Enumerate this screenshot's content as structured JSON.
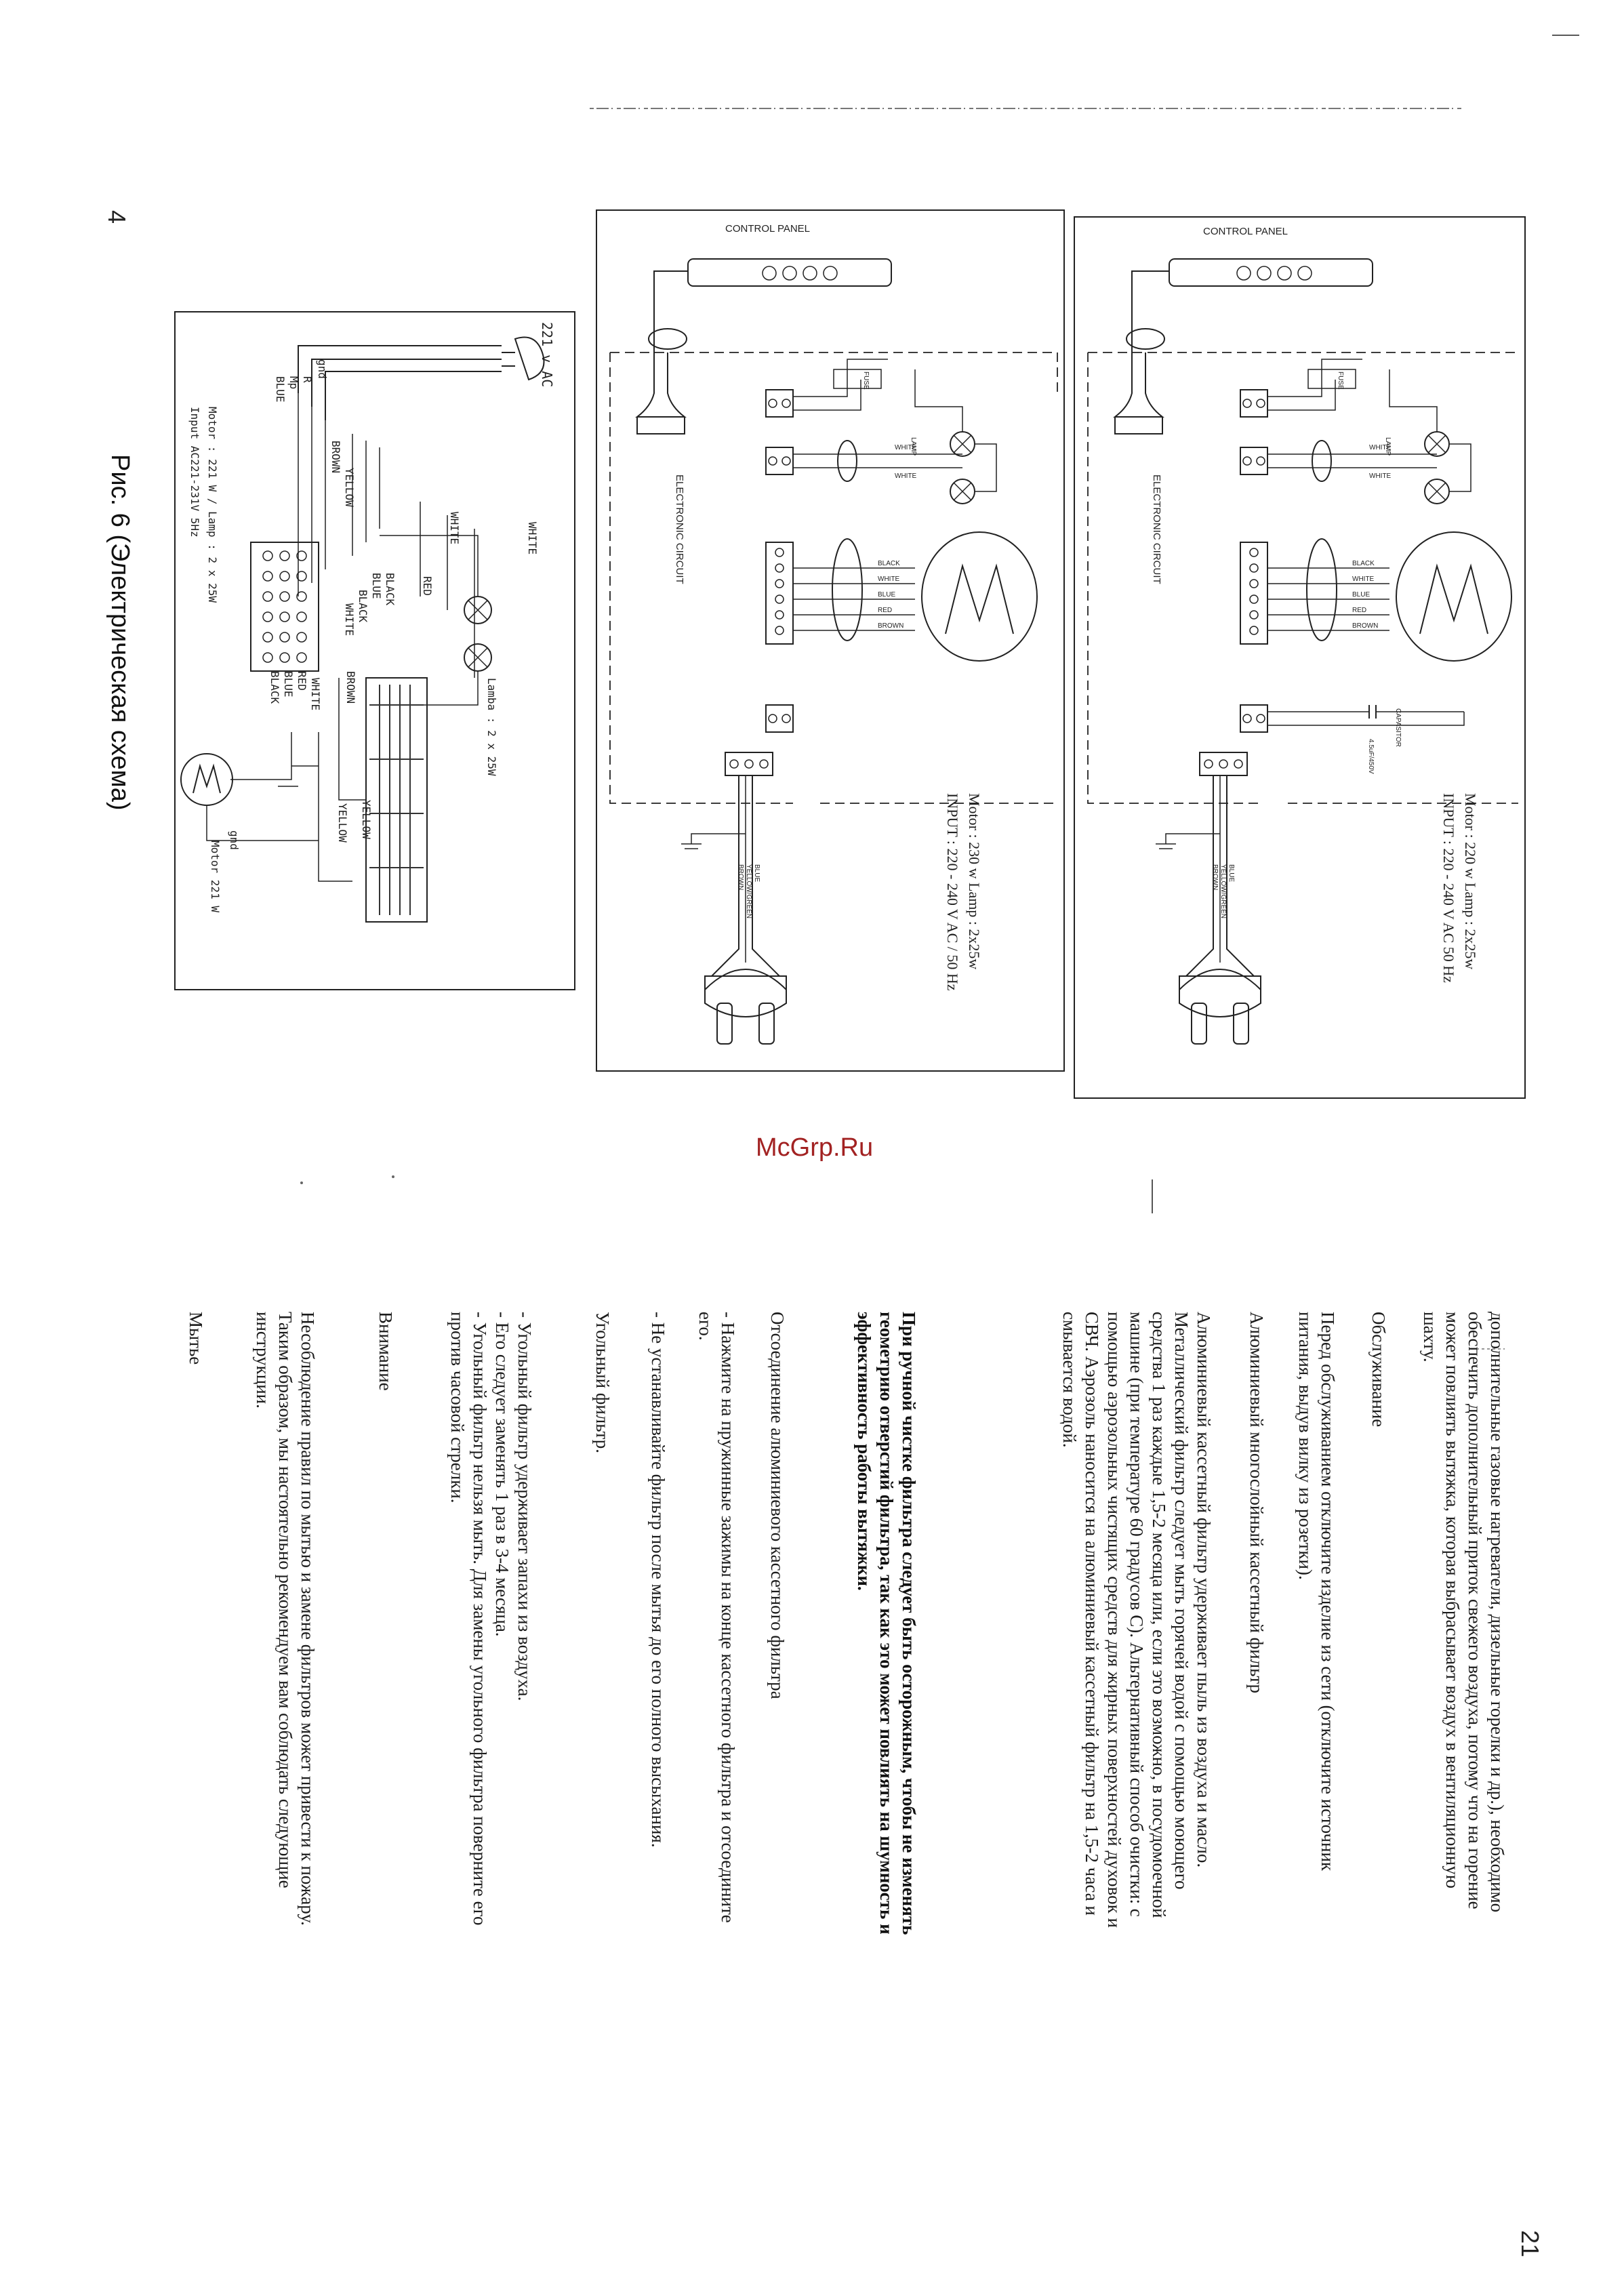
{
  "page_number": "21",
  "left_page_number": "4",
  "watermark": "McGrp.Ru",
  "figure": {
    "caption": "Рис. 6 (Электрическая схема)",
    "schematic_small": {
      "supply": "221 v AC",
      "motor_spec": "Motor : 221 W / Lamp : 2 x 25W",
      "input_spec": "Input  AC221-231V  5Hz",
      "lamp_label": "Lamba : 2 x 25W",
      "motor_label": "Motor  221 W",
      "gnd": "gnd",
      "wire_labels": [
        "gnd",
        "R",
        "Mp",
        "BLUE",
        "YELLOW",
        "BROWN",
        "WHITE",
        "WHITE",
        "RED",
        "BLACK",
        "BLUE",
        "BLACK",
        "WHITE",
        "BROWN",
        "YELLOW",
        "RED",
        "BLUE",
        "BLACK",
        "WHITE",
        "YELLOW"
      ]
    },
    "schematic_a": {
      "control_panel": "CONTROL PANEL",
      "electronic_circuit": "ELECTRONIC CIRCUIT",
      "spec_line1": "Motor : 230 w  Lamp : 2x25w",
      "spec_line2": "INPUT : 220 - 240 V AC  / 50 Hz",
      "fuse": "FUSE",
      "lamp": "LAMP",
      "white": "WHITE",
      "motor_wires": [
        "BLACK",
        "WHITE",
        "BLUE",
        "RED",
        "BROWN"
      ],
      "cord_wires": [
        "BROWN",
        "YELLOW/GREEN",
        "BLUE"
      ]
    },
    "schematic_b": {
      "control_panel": "CONTROL PANEL",
      "electronic_circuit": "ELECTRONIC CIRCUIT",
      "spec_line1": "Motor : 220 w  Lamp : 2x25w",
      "spec_line2": "INPUT : 220 - 240 V AC   50 Hz",
      "capasitor": "CAPASITOR",
      "capasitor_value": "4.5uF/450V",
      "fuse": "FUSE",
      "lamp": "LAMP",
      "white": "WHITE",
      "motor_wires": [
        "BLACK",
        "WHITE",
        "BLUE",
        "RED",
        "BROWN"
      ],
      "cord_wires": [
        "BROWN",
        "YELLOW/GREEN",
        "BLUE"
      ]
    }
  },
  "text": {
    "intro_l1": "дополнительные газовые нагреватели, дизельные горелки и др.), необходимо",
    "intro_l2": "обеспечить дополнительный приток свежего воздуха, потому что на горение",
    "intro_l3": "может повлиять вытяжка, которая выбрасывает воздух в вентиляционную",
    "intro_l4": "шахту.",
    "h_service": "Обслуживание",
    "service_l1": "Перед обслуживанием отключите изделие из сети (отключите источник",
    "service_l2": "питания, выдув вилку из розетки).",
    "h_alu_filter": "Алюминиевый многослойный кассетный фильтр",
    "alu_l1": "Алюминиевый кассетный фильтр удерживает пыль из воздуха и масло.",
    "alu_l2": "Металлический фильтр следует мыть горячей водой с помощью моющего",
    "alu_l3": "средства 1 раз каждые 1,5-2 месяца или, если это возможно, в посудомоечной",
    "alu_l4": "машине (при температуре 60 градусов С). Альтернативный способ очистки: с",
    "alu_l5": "помощью аэрозольных чистящих средств для жирных поверхностей духовок и",
    "alu_l6": "СВЧ. Аэрозоль наносится на алюминиевый кассетный фильтр на 1,5-2 часа и",
    "alu_l7": "смывается водой.",
    "warn_l1": "При ручной чистке фильтра следует быть осторожным, чтобы не изменять",
    "warn_l2": "геометрию отверстий фильтра, так как это может повлиять на шумность и",
    "warn_l3": "эффективность работы вытяжки.",
    "h_detach": "Отсоединение алюминиевого кассетного фильтра",
    "detach_l1": "- Нажмите на пружинные зажимы на конце кассетного фильтра и отсоедините",
    "detach_l2": "его.",
    "detach_l3": "- Не устанавливайте фильтр после мытья до его полного высыхания.",
    "h_carbon": "Угольный фильтр.",
    "carbon_l1": "- Угольный фильтр удерживает запахи из воздуха.",
    "carbon_l2": "- Его следует заменять 1 раз в 3-4 месяца.",
    "carbon_l3": "- Угольный фильтр нельзя мыть. Для замены угольного фильтра поверните его",
    "carbon_l4": "против часовой стрелки.",
    "h_attention": "Внимание",
    "att_l1": "Несоблюдение правил по мытью и замене фильтров может привести к пожару.",
    "att_l2": "Таким образом, мы настоятельно рекомендуем вам соблюдать следующие",
    "att_l3": "инструкции.",
    "h_wash": "Мытье"
  }
}
